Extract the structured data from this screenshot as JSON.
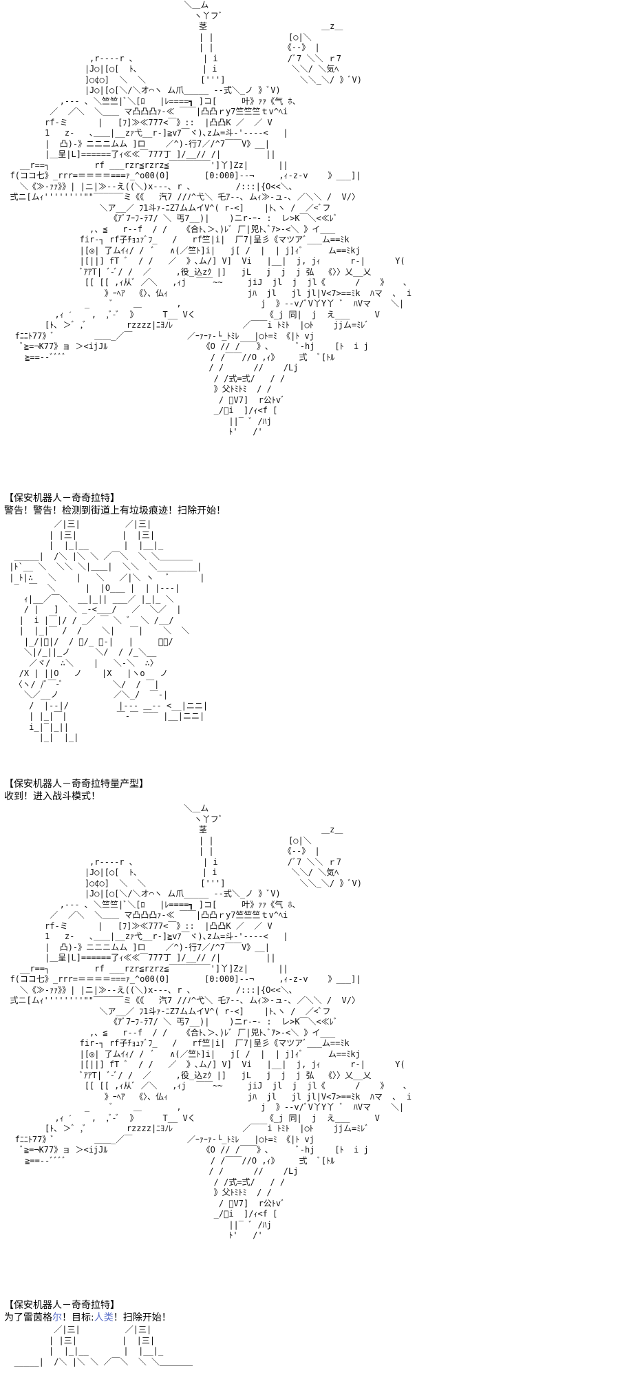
{
  "scene1": {
    "caption_name": "【保安机器人－奇奇拉特】",
    "caption_text": "警告！警告！检测到街道上有垃圾痕迹！扫除开始！"
  },
  "scene2": {
    "caption_name": "【保安机器人－奇奇拉特量产型】",
    "caption_text": "收到！进入战斗模式！"
  },
  "scene3": {
    "caption_name": "【保安机器人－奇奇拉特】",
    "caption_pre": "为了雷茵格",
    "caption_highlight": "尔",
    "caption_mid": "！目标:",
    "caption_highlight2": "人类",
    "caption_post": "！扫除开始！"
  },
  "art": {
    "robot_large": "                                     ＼＿ム\n                                       ヽ丫フﾞ\n                                        茎                       ＿z＿\n                                        | |               [○|＼\n                                        | |              《--》 |\n                  ,r----r ､              | i              /ﾞ7 ＼＼ ｒ7\n                 |J○|[○[  ﾄ､             | i               ＼＼/ ＼気ﾍ\n                 ]○¢○]  ＼  ＼           [''']               ＼＼_＼/ 》ﾞV)\n                 |J○|[○[＼/＼オ⌒ヽ ム爪_____ --式＼_ノ 》ﾞV)\n            ,--- ､ ＼竺竺|ﾞ＼[ﾛ   |ﾚ====┓ ]コ[     叶》ｧｧ《气 ﾎ、\n          ／  ／＼  ＼＿＿ マ凸凸凸ｧ-≪ ￣￣|凸凸ｒy7竺竺竺ｔv^ﾍi\n         rf-ミ      |   [ﾌ]≫≪777<￣》::  |凸凸K ／  ／ V\n         1   z-   ､＿＿|__zｧ弋__r-]≧vｱ￣ヾ)､zム=斗‐'----<   |\n         |  凸)-》ニニニムム ]ロ    ／^)-行7／/^7￣￣V》__|\n         |＿呈|L]======了ｨ≪≪￣777丁 ]/__// /|         ||\n    __r==┐         rf ___rzr≦rzrz≦￣￣￣￣￣']丫]Zz|      ||\n  f(ココ七》_rrr=＝＝＝＝===ｧ_^o00(0]       [0:000]--¬     ,ｨ-z-v    》___]|\n    ＼《≫-ｧｧ》》| |ニ|≫--え((＼)x---､ r ､         /:::|{O<<＼､\n  弍ニ[ムｨ''''''''\"\"‾‾‾‾‾‾ミ《《   汽7 //ﾉ^弋＼ 乇ｱ--､ ムｨ≫-ュ-､ ／＼＼ /  V/〉\n                    ＼ア__／ ﾌ1斗ｧ-ﾆZ7ムムイV^( r-<]    |ﾄ､ヽ /  ／<ﾞフ\n                      《ｱﾞ7ｰﾌ-ﾃ7/ ＼ 丐7__)|    )ニr-ｰ- :  レ>K￣＼<≪ﾚﾞ\n                  ,、≦   r--f  / /   《合ﾄ､＞､)ﾚﾞ 厂|兕ﾄ､ﾞｱ>-<＼ 》イ___\n                fir-┐ rf子ﾁｮｭｧﾞﾌ_   /   rf竺|i|  厂7|呈彡《マツアﾞ___ム==ﾐk\n                |[◎| 了ムｲｨ/ /  ﾞ   ∧(／竺ﾄ]i|   j[ /  |  | j]ｨﾞ     ム==ﾐkj\n                |[||] fT ﾞ  / /   ／  》､ム/] V]  Vi   |__|  j, jｨ      r-|      Y(\n                ﾞｱｱT| ﾞ-ﾞ/ /  ／     ,役_込zｸ |]   jL   j  j  j 弘  《〉〉乂__乂\n                 [[ [[ ,ｨ从ﾞ ／＼   ,ｨj  ￣￣~~     jiJ  jl  j  jl《      /    》   ､\n                     》ｰﾍｱ  《〉、仏ｨ                jﾊ  jl   jl jl|V<7>==ﾐk  ﾊマ  ､  i\n                 _    ﾞ    ＿       ,                j  》--v/ﾞV丫Y丫 ﾞ  ﾊVマ    ＼|\n           ,ｨ ˊ    ,  ,ﾞ-ﾞ  》     T__ Vく              《_j 同|  j  え___     V\n         [ﾄ､ ＞ﾞ ,ﾞ        rzzzz|ﾆﾖﾉﾚ              ／￣￣i ﾄﾐﾄ  |○ﾄ    jjム=ﾐﾚﾞ\n   fﾆﾆﾄ77》ﾞ        ＿＿_／￣           ／ｰｧｰｧ-└_ﾄﾐﾚ   |○ﾄ=ﾐ 《|ﾄ vj\n    ﾞ≧=¬K77》ョ ＞<ijJﾙ                   《O // /￣￣》､      ﾞ-hj    [ﾄ  i j\n     ≧==--ﾞﾞﾞﾞ                             / /￣￣//O ,ｨ》    弍  ﾞ[ﾄﾙ\n                                          / /      //    /Lj\n                                           / /式=弍/   / /\n                                           》父ﾄﾐﾄﾐ  / /\n                                            / ﾞV7]  r公ﾄvﾞ\n                                           _/ﾞi  ]/ｨ<f [\n                                              ||‾ ﾞ /ﾊj\n                                              ﾄ'   /'",
    "robot_small": "          ／|三|         ／|三|\n         | |三|         |  |三|\n         |  |_|__       |  |__|_\n  _____|  /＼ |＼ ＼ ／￣＼  ＼ ＼＿＿＿＿\n |ﾄ`__ ＼  ＼＼ ＼|＿＿|  ＼＼  ＼________|\n | ﾄ|∴   ＼    |   ＼   ／|＼ ヽ   ﾞ      |\n  ‾  ￣  ＼      |  |O___ |  | |---|\n    ｨ|__／￣＼  __|_|| ___／ |_|_ ＼\n    / |   ]  ＼ _-<___/   ／  ＼／  |\n   |  i |￣|/ / _／ ￣ ＼ ﾞ  ＼ /__/\n   |  |_|￣ /  /    ＼|   ￣|    ＼  ＼\n    |_/|ﾞ|/  / ＼/_ ＼-|   |     ﾞ＼/\n    ＼|/_||_ノ     ＼/  / /_＼__\n     ／ヾ/  ∴＼    |   ＼-＼  ∴〉\n   /X | ||O   ノ    |X   |ヽo   ノ\n  〈ヽ/ /ﾞ￣-ﾞ          ＼/  / ￣|\n    ＼／__ノ           ／＼_/  ￣-|\n     /  |--|/          |--- ＿-- <__|ニニ|\n     | |_|￣|          ￣-￣ ‾‾‾ |__|ニニ|\n     i_|‾|_||\n       |_|  |_|",
    "robot_peek": "          ／|三|         ／|三|\n         | |三|         |  |三|\n         |  |_|__       |  |__|_\n  _____|  /＼ |＼ ＼ ／￣＼  ＼ ＼＿＿＿＿"
  }
}
